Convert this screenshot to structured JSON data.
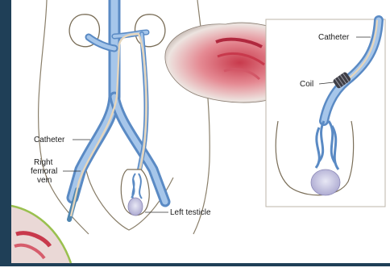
{
  "labels": {
    "catheter_left": "Catheter",
    "right_femoral_vein_1": "Right",
    "right_femoral_vein_2": "femoral",
    "right_femoral_vein_3": "vein",
    "left_testicle": "Left testicle",
    "catheter_inset": "Catheter",
    "coil": "Coil"
  },
  "colors": {
    "frame": "#1f3f57",
    "vein": "#7fa9d6",
    "vein_dark": "#4d7fb8",
    "catheter": "#e9d9c0",
    "outline": "#6e6450",
    "tissue_red": "#d9485a",
    "inset_border": "#b9b1a4",
    "green_arc": "#9ac04f"
  }
}
